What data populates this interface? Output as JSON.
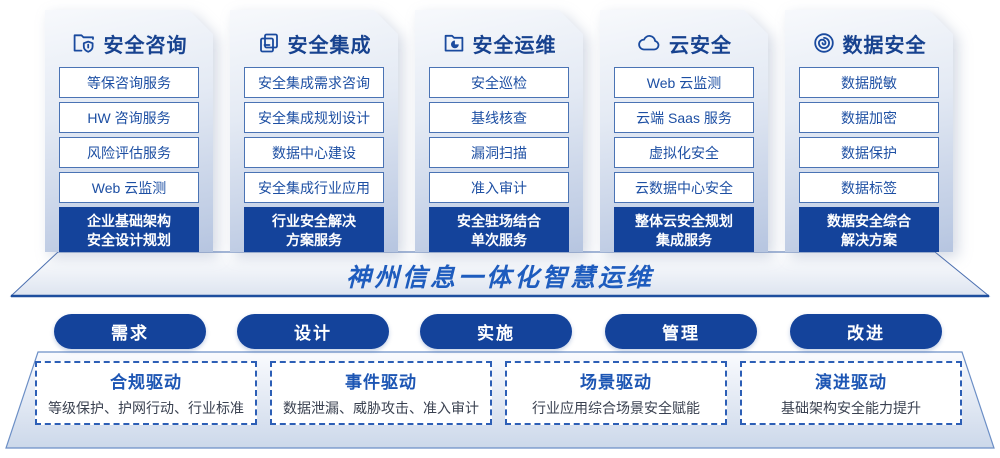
{
  "palette": {
    "deep_blue": "#14439b",
    "header_navy": "#17428f",
    "item_text_blue": "#1d4fa3",
    "item_border_blue": "#4a73b4",
    "banner_text_blue": "#1e5cbe",
    "driver_title_blue": "#1d56b4",
    "panel_gradient_bottom": "#b6c5e0"
  },
  "columns": [
    {
      "title": "安全咨询",
      "icon": "folder-shield-icon",
      "items": [
        "等保咨询服务",
        "HW 咨询服务",
        "风险评估服务",
        "Web 云监测"
      ],
      "footer": "企业基础架构\n安全设计规划"
    },
    {
      "title": "安全集成",
      "icon": "documents-icon",
      "items": [
        "安全集成需求咨询",
        "安全集成规划设计",
        "数据中心建设",
        "安全集成行业应用"
      ],
      "footer": "行业安全解决\n方案服务"
    },
    {
      "title": "安全运维",
      "icon": "folder-pie-icon",
      "items": [
        "安全巡检",
        "基线核查",
        "漏洞扫描",
        "准入审计"
      ],
      "footer": "安全驻场结合\n单次服务"
    },
    {
      "title": "云安全",
      "icon": "cloud-icon",
      "items": [
        "Web 云监测",
        "云端 Saas 服务",
        "虚拟化安全",
        "云数据中心安全"
      ],
      "footer": "整体云安全规划\n集成服务"
    },
    {
      "title": "数据安全",
      "icon": "data-coil-icon",
      "items": [
        "数据脱敏",
        "数据加密",
        "数据保护",
        "数据标签"
      ],
      "footer": "数据安全综合\n解决方案"
    }
  ],
  "banner": {
    "title": "神州信息一体化智慧运维"
  },
  "pills": [
    "需求",
    "设计",
    "实施",
    "管理",
    "改进"
  ],
  "drivers": [
    {
      "title": "合规驱动",
      "desc": "等级保护、护网行动、行业标准"
    },
    {
      "title": "事件驱动",
      "desc": "数据泄漏、威胁攻击、准入审计"
    },
    {
      "title": "场景驱动",
      "desc": "行业应用综合场景安全赋能"
    },
    {
      "title": "演进驱动",
      "desc": "基础架构安全能力提升"
    }
  ]
}
